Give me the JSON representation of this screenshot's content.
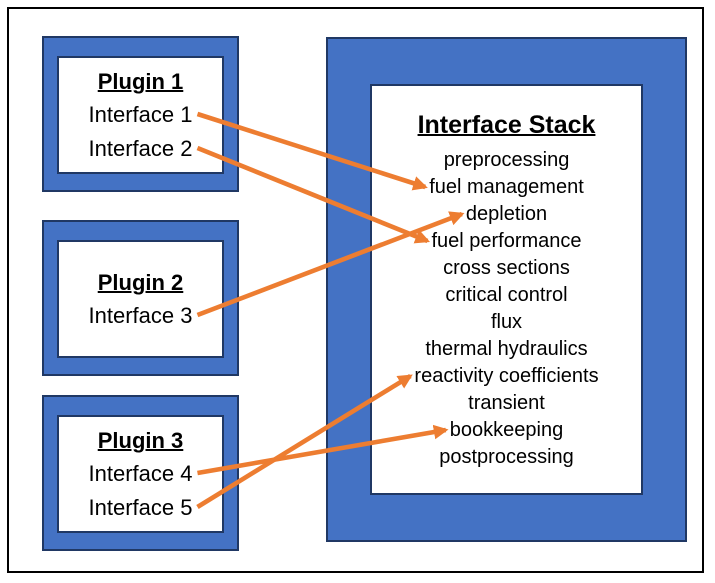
{
  "colors": {
    "box_fill": "#4472C4",
    "box_border": "#203864",
    "arrow": "#ED7D31",
    "frame_border": "#000000"
  },
  "plugins": [
    {
      "title": "Plugin 1",
      "interfaces": [
        "Interface 1",
        "Interface 2"
      ]
    },
    {
      "title": "Plugin 2",
      "interfaces": [
        "Interface 3"
      ]
    },
    {
      "title": "Plugin 3",
      "interfaces": [
        "Interface 4",
        "Interface 5"
      ]
    }
  ],
  "stack": {
    "title": "Interface Stack",
    "items": [
      "preprocessing",
      "fuel management",
      "depletion",
      "fuel performance",
      "cross sections",
      "critical control",
      "flux",
      "thermal hydraulics",
      "reactivity coefficients",
      "transient",
      "bookkeeping",
      "postprocessing"
    ]
  },
  "connections": [
    {
      "from": "Interface 1",
      "to": "fuel management"
    },
    {
      "from": "Interface 2",
      "to": "fuel performance"
    },
    {
      "from": "Interface 3",
      "to": "depletion"
    },
    {
      "from": "Interface 4",
      "to": "bookkeeping"
    },
    {
      "from": "Interface 5",
      "to": "reactivity coefficients"
    }
  ]
}
